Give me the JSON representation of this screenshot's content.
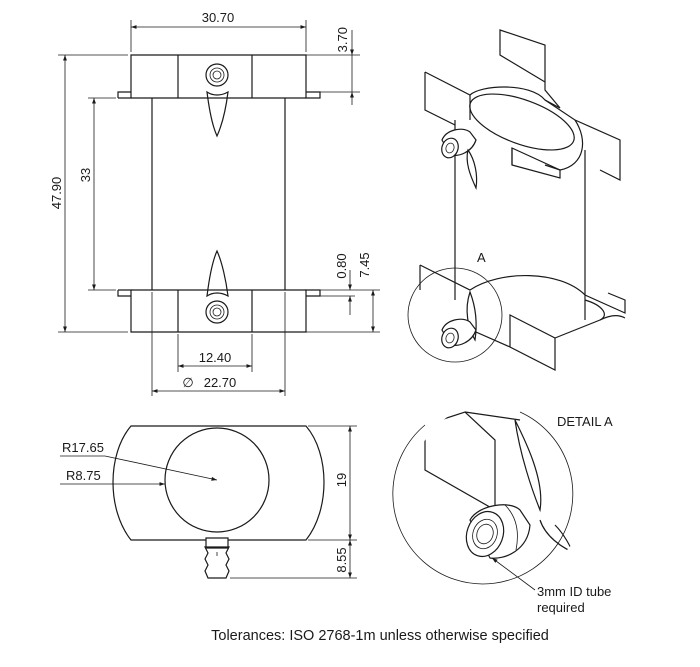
{
  "views": {
    "front": {
      "dimensions": {
        "top_width": "30.70",
        "flange_thickness": "3.70",
        "overall_height": "47.90",
        "inner_height": "33",
        "step_small": "0.80",
        "step_large": "7.45",
        "tube_width": "12.40",
        "outer_diameter": "22.70",
        "diameter_symbol": "∅"
      }
    },
    "top": {
      "dimensions": {
        "outer_radius": "R17.65",
        "inner_radius": "R8.75",
        "width": "19",
        "nozzle_length": "8.55"
      }
    },
    "isometric": {
      "detail_marker": "A"
    },
    "detail": {
      "title": "DETAIL A",
      "callout_line1": "3mm ID tube",
      "callout_line2": "required"
    }
  },
  "footer": {
    "tolerance_note": "Tolerances: ISO 2768-1m unless otherwise specified"
  }
}
